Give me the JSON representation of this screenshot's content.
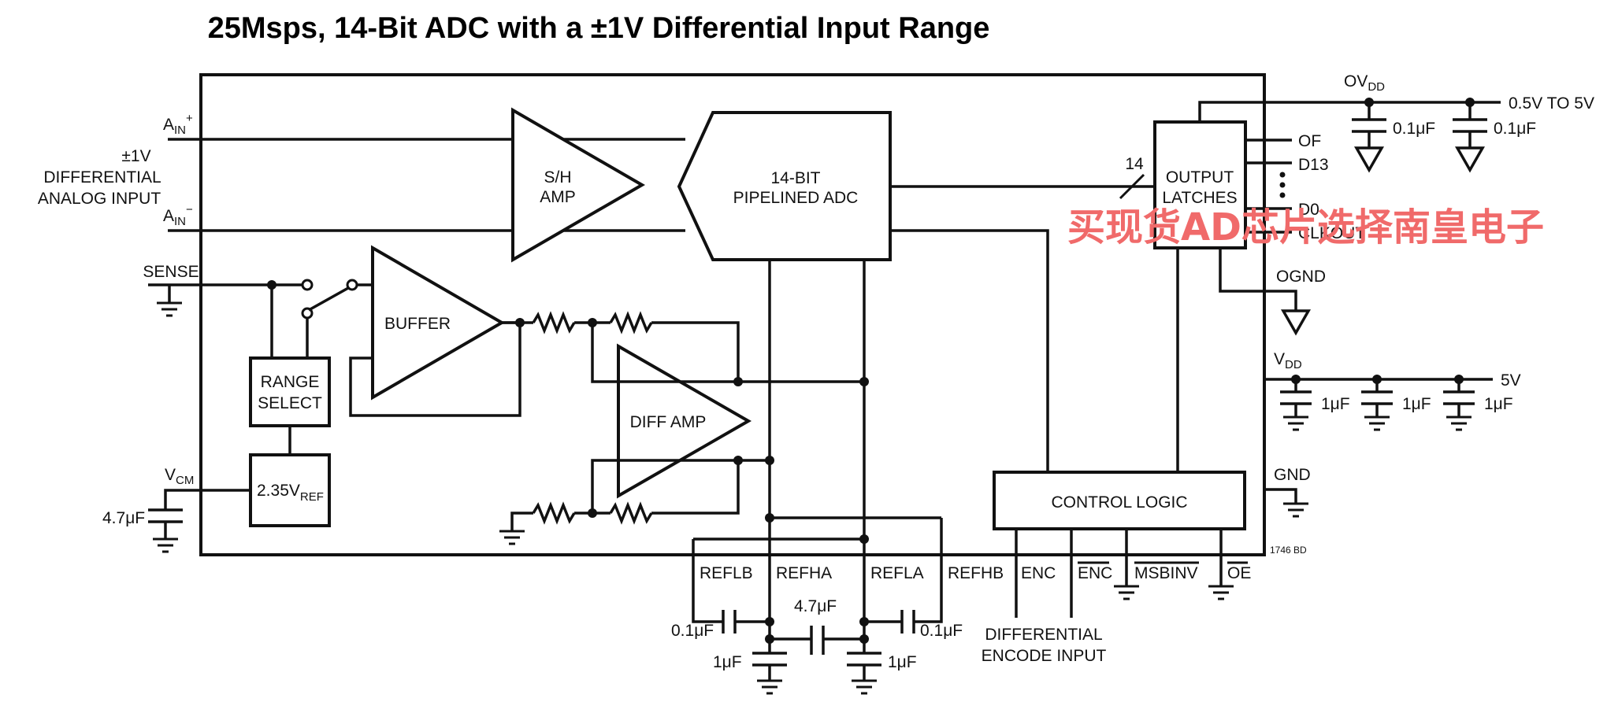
{
  "title": "25Msps, 14-Bit ADC with a ±1V Differential Input Range",
  "figure_id": "1746 BD",
  "watermark": "买现货AD芯片选择南皇电子",
  "inputs": {
    "ain_plus": "A",
    "ain_plus_sub": "IN",
    "ain_plus_sup": "+",
    "ain_minus": "A",
    "ain_minus_sub": "IN",
    "ain_minus_sup": "−",
    "diff_line1": "±1V",
    "diff_line2": "DIFFERENTIAL",
    "diff_line3": "ANALOG INPUT",
    "sense": "SENSE",
    "vcm": "V",
    "vcm_sub": "CM",
    "vcm_cap": "4.7μF"
  },
  "blocks": {
    "sh_amp_1": "S/H",
    "sh_amp_2": "AMP",
    "adc_1": "14-BIT",
    "adc_2": "PIPELINED ADC",
    "buffer": "BUFFER",
    "diff_amp": "DIFF AMP",
    "range_1": "RANGE",
    "range_2": "SELECT",
    "vref": "2.35V",
    "vref_sub": "REF",
    "latches_1": "OUTPUT",
    "latches_2": "LATCHES",
    "control": "CONTROL LOGIC",
    "bus_width": "14"
  },
  "outputs": {
    "of": "OF",
    "d13": "D13",
    "d0": "D0",
    "clkout": "CLKOUT",
    "ogdn": "OGND",
    "ovdd": "OV",
    "ovdd_sub": "DD",
    "ovdd_supply": "0.5V TO 5V",
    "ovdd_cap1": "0.1μF",
    "ovdd_cap2": "0.1μF",
    "vdd": "V",
    "vdd_sub": "DD",
    "vdd_supply": "5V",
    "vdd_cap1": "1μF",
    "vdd_cap2": "1μF",
    "vdd_cap3": "1μF",
    "gnd": "GND"
  },
  "bottom_pins": {
    "reflb": "REFLB",
    "refha": "REFHA",
    "refla": "REFLA",
    "refhb": "REFHB",
    "enc": "ENC",
    "enc_bar": "ENC",
    "msbinv": "MSBINV",
    "oe": "OE",
    "enc_note_1": "DIFFERENTIAL",
    "enc_note_2": "ENCODE INPUT",
    "cap_left": "0.1μF",
    "cap_mid": "4.7μF",
    "cap_right": "0.1μF",
    "cap_bl": "1μF",
    "cap_br": "1μF"
  }
}
